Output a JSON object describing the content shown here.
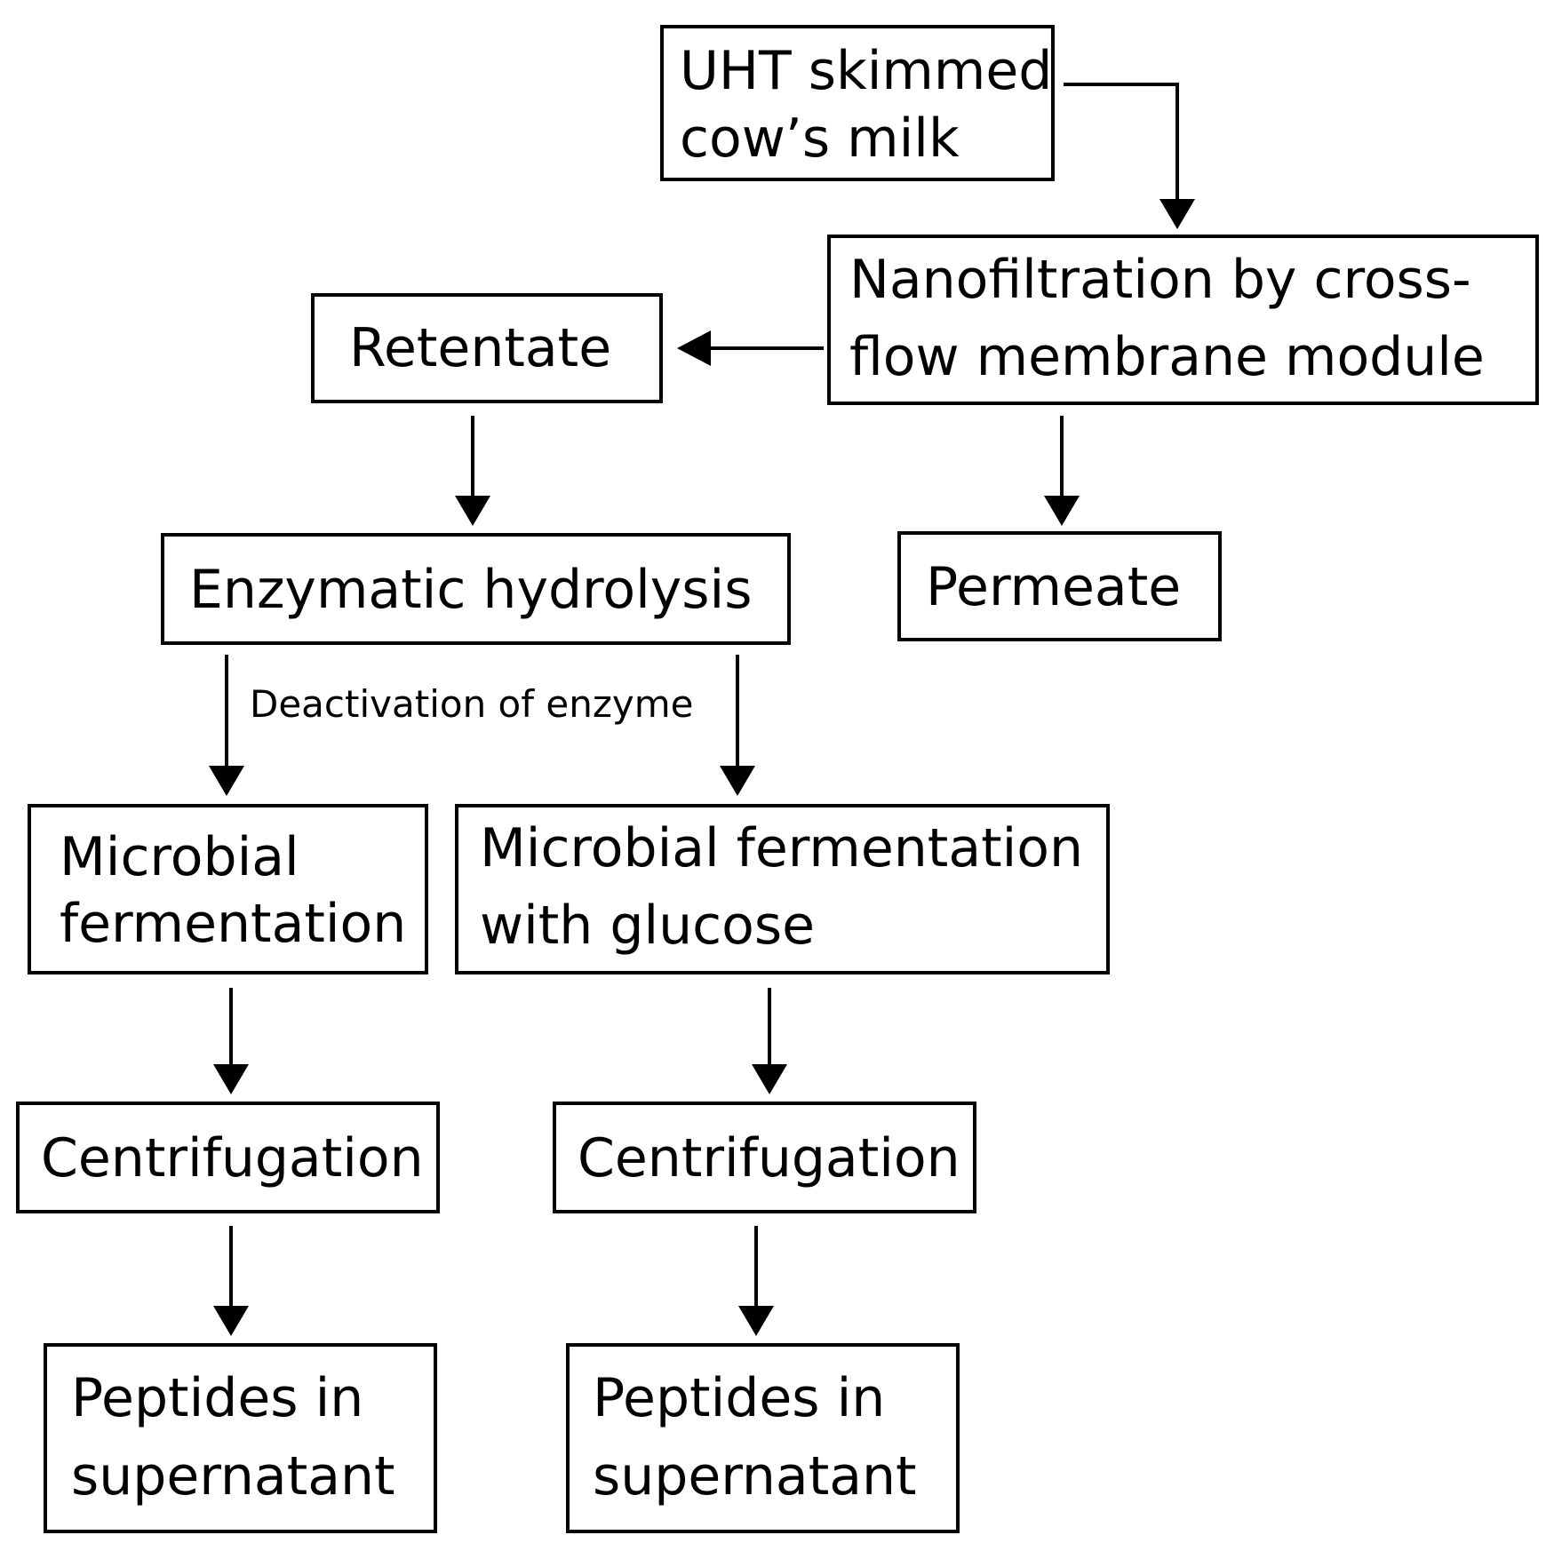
{
  "nodes": {
    "milk": {
      "line1": "UHT skimmed",
      "line2": "cow’s milk"
    },
    "nanofiltration": {
      "line1": "Nanofiltration by cross-",
      "line2": "flow membrane module"
    },
    "retentate": {
      "label": "Retentate"
    },
    "permeate": {
      "label": "Permeate"
    },
    "hydrolysis": {
      "label": "Enzymatic hydrolysis"
    },
    "fermentation_left": {
      "line1": "Microbial",
      "line2": "fermentation"
    },
    "fermentation_right": {
      "line1": "Microbial fermentation",
      "line2": "with glucose"
    },
    "centrifugation_left": {
      "label": "Centrifugation"
    },
    "centrifugation_right": {
      "label": "Centrifugation"
    },
    "peptides_left": {
      "line1": "Peptides in",
      "line2": "supernatant"
    },
    "peptides_right": {
      "line1": "Peptides in",
      "line2": "supernatant"
    }
  },
  "edge_labels": {
    "deactivation": "Deactivation of enzyme"
  }
}
